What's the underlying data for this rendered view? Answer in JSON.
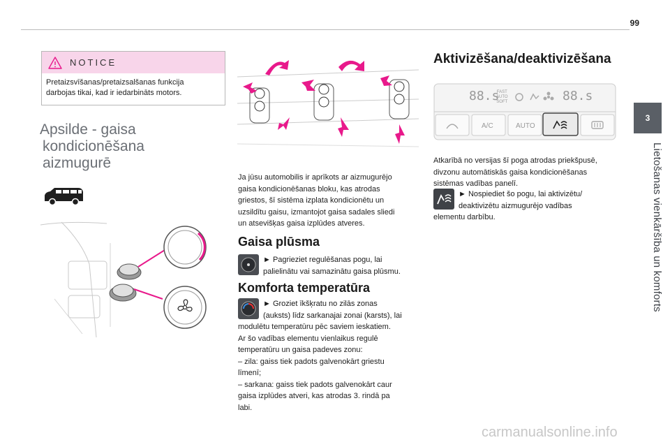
{
  "page_number": "99",
  "chapter": {
    "tab": "3",
    "title": "Lietošanas vienkāršība un komforts"
  },
  "notice": {
    "title": "NOTICE",
    "lines": [
      "Pretaizsvīšanas/pretaizsalšanas funkcija",
      "darbojas tikai, kad ir iedarbināts motors."
    ]
  },
  "section": {
    "title_lines": [
      "Apsilde - gaisa",
      "kondicionēšana",
      "aizmugurē"
    ]
  },
  "middle": {
    "intro_lines": [
      "Ja jūsu automobilis ir aprīkots ar aizmugurējo",
      "gaisa kondicionēšanas bloku, kas atrodas",
      "griestos, šī sistēma izplata kondicionētu un",
      "uzsildītu gaisu, izmantojot gaisa sadales sliedi",
      "un atsevišķas gaisa izplūdes atveres."
    ],
    "airflow": {
      "title": "Gaisa plūsma",
      "lines": [
        "► Pagrieziet regulēšanas pogu, lai",
        "palielinātu vai samazinātu gaisa plūsmu."
      ]
    },
    "temperature": {
      "title": "Komforta temperatūra",
      "icon_lines": [
        "► Groziet īkšķratu no zilās zonas",
        "(auksts) līdz sarkanajai zonai (karsts), lai"
      ],
      "lines": [
        "modulētu temperatūru pēc saviem ieskatiem.",
        "Ar šo vadības elementu vienlaikus regulē",
        "temperatūru un gaisa padeves zonu:",
        "– zila: gaiss tiek padots galvenokārt griestu",
        "līmenī;",
        "– sarkana: gaiss tiek padots galvenokārt caur",
        "gaisa izplūdes atveri, kas atrodas 3. rindā pa",
        "labi."
      ]
    }
  },
  "right": {
    "title": "Aktivizēšana/deaktivizēšana",
    "panel": {
      "display_left": "88.s",
      "display_right": "88.s",
      "fast_label": "FAST",
      "auto_label": "AUTO",
      "soft_label": "SOFT",
      "btn_ac": "A/C",
      "btn_auto": "AUTO"
    },
    "desc_lines": [
      "Atkarībā no versijas šī poga atrodas priekšpusē,",
      "divzonu automātiskās gaisa kondicionēšanas",
      "sistēmas vadības panelī."
    ],
    "bullet_lines": [
      "► Nospiediet šo pogu, lai aktivizētu/",
      "deaktivizētu aizmugurējo vadības"
    ],
    "end_line": "elementu darbību."
  },
  "colors": {
    "accent": "#e8198b",
    "notice_bg": "#f8d5ea",
    "tab_bg": "#5a5f66"
  },
  "watermark": "carmanualsonline.info"
}
